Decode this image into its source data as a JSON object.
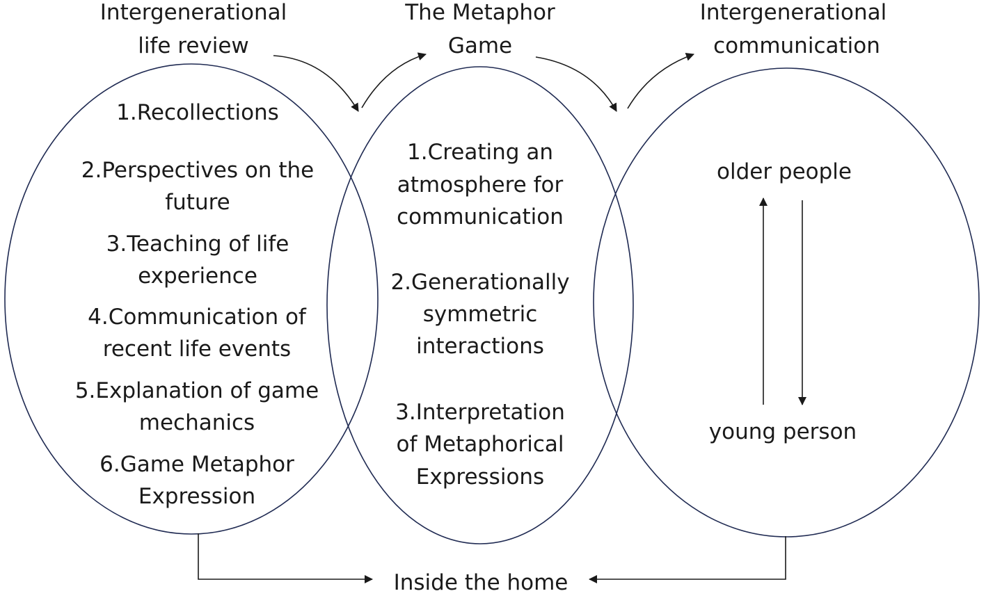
{
  "headings": {
    "left": [
      "Intergenerational",
      "life review"
    ],
    "middle": [
      "The Metaphor",
      "Game"
    ],
    "right": [
      "Intergenerational",
      "communication"
    ]
  },
  "left_items": [
    [
      "1.Recollections"
    ],
    [
      "2.Perspectives on the",
      "future"
    ],
    [
      "3.Teaching of life",
      "experience"
    ],
    [
      "4.Communication of",
      "recent life events"
    ],
    [
      "5.Explanation of game",
      "mechanics"
    ],
    [
      "6.Game Metaphor",
      "Expression"
    ]
  ],
  "middle_items": [
    [
      "1.Creating an",
      "atmosphere for",
      "communication"
    ],
    [
      "2.Generationally",
      "symmetric",
      "interactions"
    ],
    [
      "3.Interpretation",
      "of Metaphorical",
      "Expressions"
    ]
  ],
  "right_labels": {
    "top": "older people",
    "bottom": "young person"
  },
  "bottom_label": "Inside the home",
  "colors": {
    "ellipse_stroke": "#1f2a52",
    "text": "#1a1a1a"
  }
}
